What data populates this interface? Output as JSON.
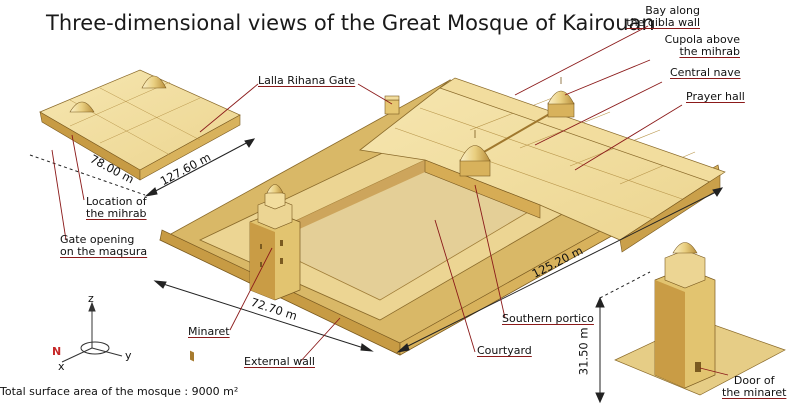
{
  "title": "Three-dimensional views of the Great Mosque of Kairouan",
  "labels": {
    "bay_qibla": [
      "Bay along",
      "the qibla wall"
    ],
    "cupola": [
      "Cupola above",
      "the mihrab"
    ],
    "central_nave": "Central nave",
    "prayer_hall": "Prayer hall",
    "lalla_rihana": "Lalla Rihana Gate",
    "location_mihrab": [
      "Location of",
      "the mihrab"
    ],
    "gate_opening": [
      "Gate opening",
      "on the maqsura"
    ],
    "minaret": "Minaret",
    "external_wall": "External wall",
    "courtyard": "Courtyard",
    "southern_portico": "Southern portico",
    "door_minaret": [
      "Door of",
      "the minaret"
    ]
  },
  "dimensions": {
    "d1": "78.00 m",
    "d2": "127.60 m",
    "d3": "125.20 m",
    "d4": "72.70 m",
    "d5": "31.50 m"
  },
  "axes": {
    "z": "z",
    "y": "y",
    "x": "x",
    "north": "N"
  },
  "footer": "Total surface area of the mosque : 9000 m²",
  "colors": {
    "stone": "#e8cf85",
    "stone_light": "#f4e2a8",
    "stone_dark": "#c9a452",
    "court": "#e3cf96",
    "leader": "#8b1a1a"
  }
}
